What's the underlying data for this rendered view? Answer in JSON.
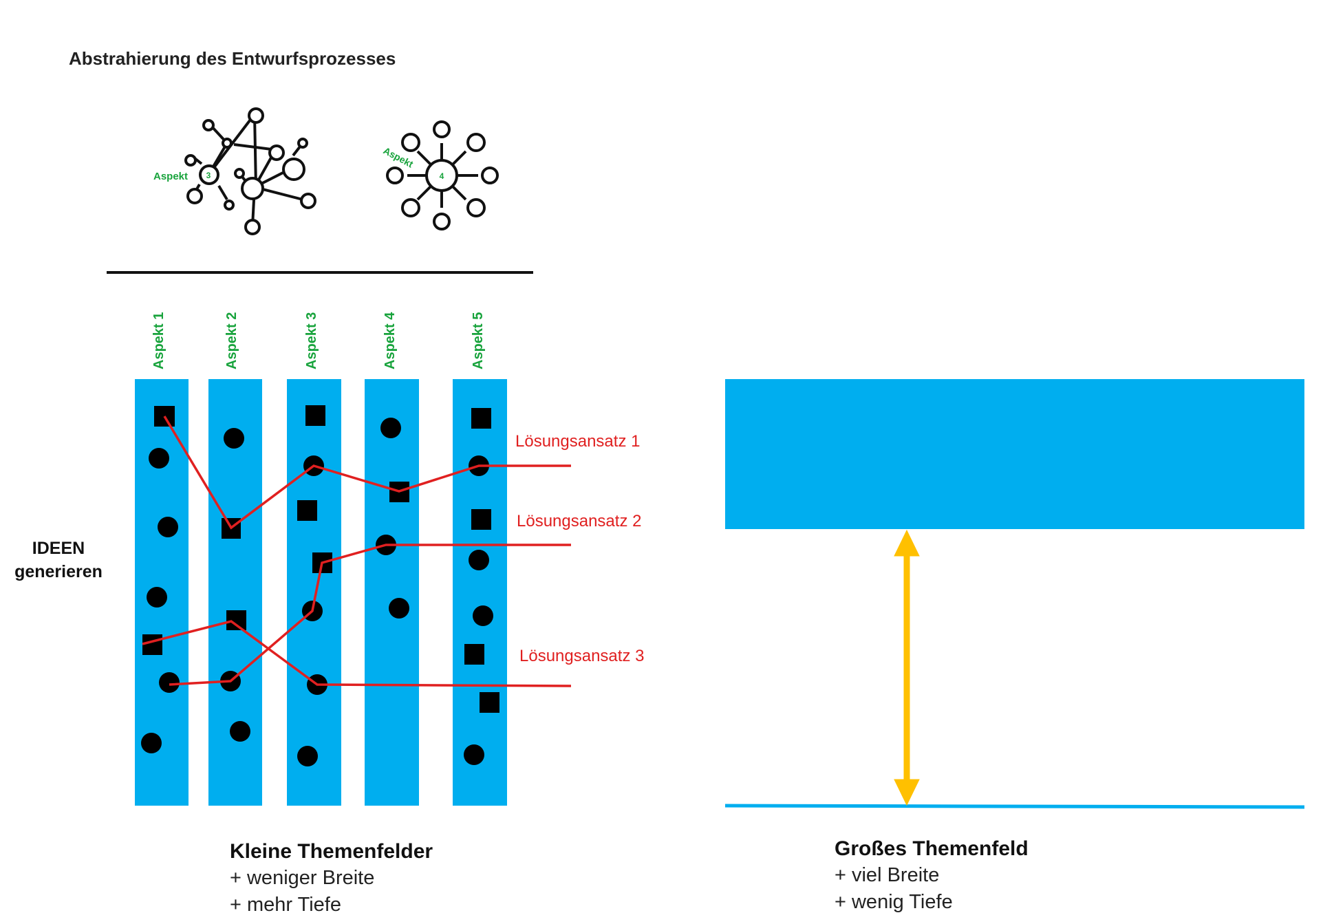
{
  "title": "Abstrahierung des Entwurfsprozesses",
  "icons": {
    "network_aspect_label": "Aspekt",
    "network_aspect_number": "3",
    "star_aspect_label": "Aspekt",
    "star_aspect_number": "4"
  },
  "side_label": {
    "line1": "IDEEN",
    "line2": "generieren"
  },
  "aspects": [
    "Aspekt 1",
    "Aspekt 2",
    "Aspekt 3",
    "Aspekt 4",
    "Aspekt 5"
  ],
  "solutions": [
    "Lösungsansatz 1",
    "Lösungsansatz 2",
    "Lösungsansatz 3"
  ],
  "left_caption": {
    "title": "Kleine Themenfelder",
    "line1": "+ weniger Breite",
    "line2": "+ mehr Tiefe"
  },
  "right_caption": {
    "title": "Großes Themenfeld",
    "line1": "+ viel Breite",
    "line2": "+ wenig Tiefe"
  },
  "colors": {
    "field_blue": "#00aeef",
    "solution_red": "#e02020",
    "aspect_green": "#18a33c",
    "arrow_yellow": "#ffc000"
  }
}
